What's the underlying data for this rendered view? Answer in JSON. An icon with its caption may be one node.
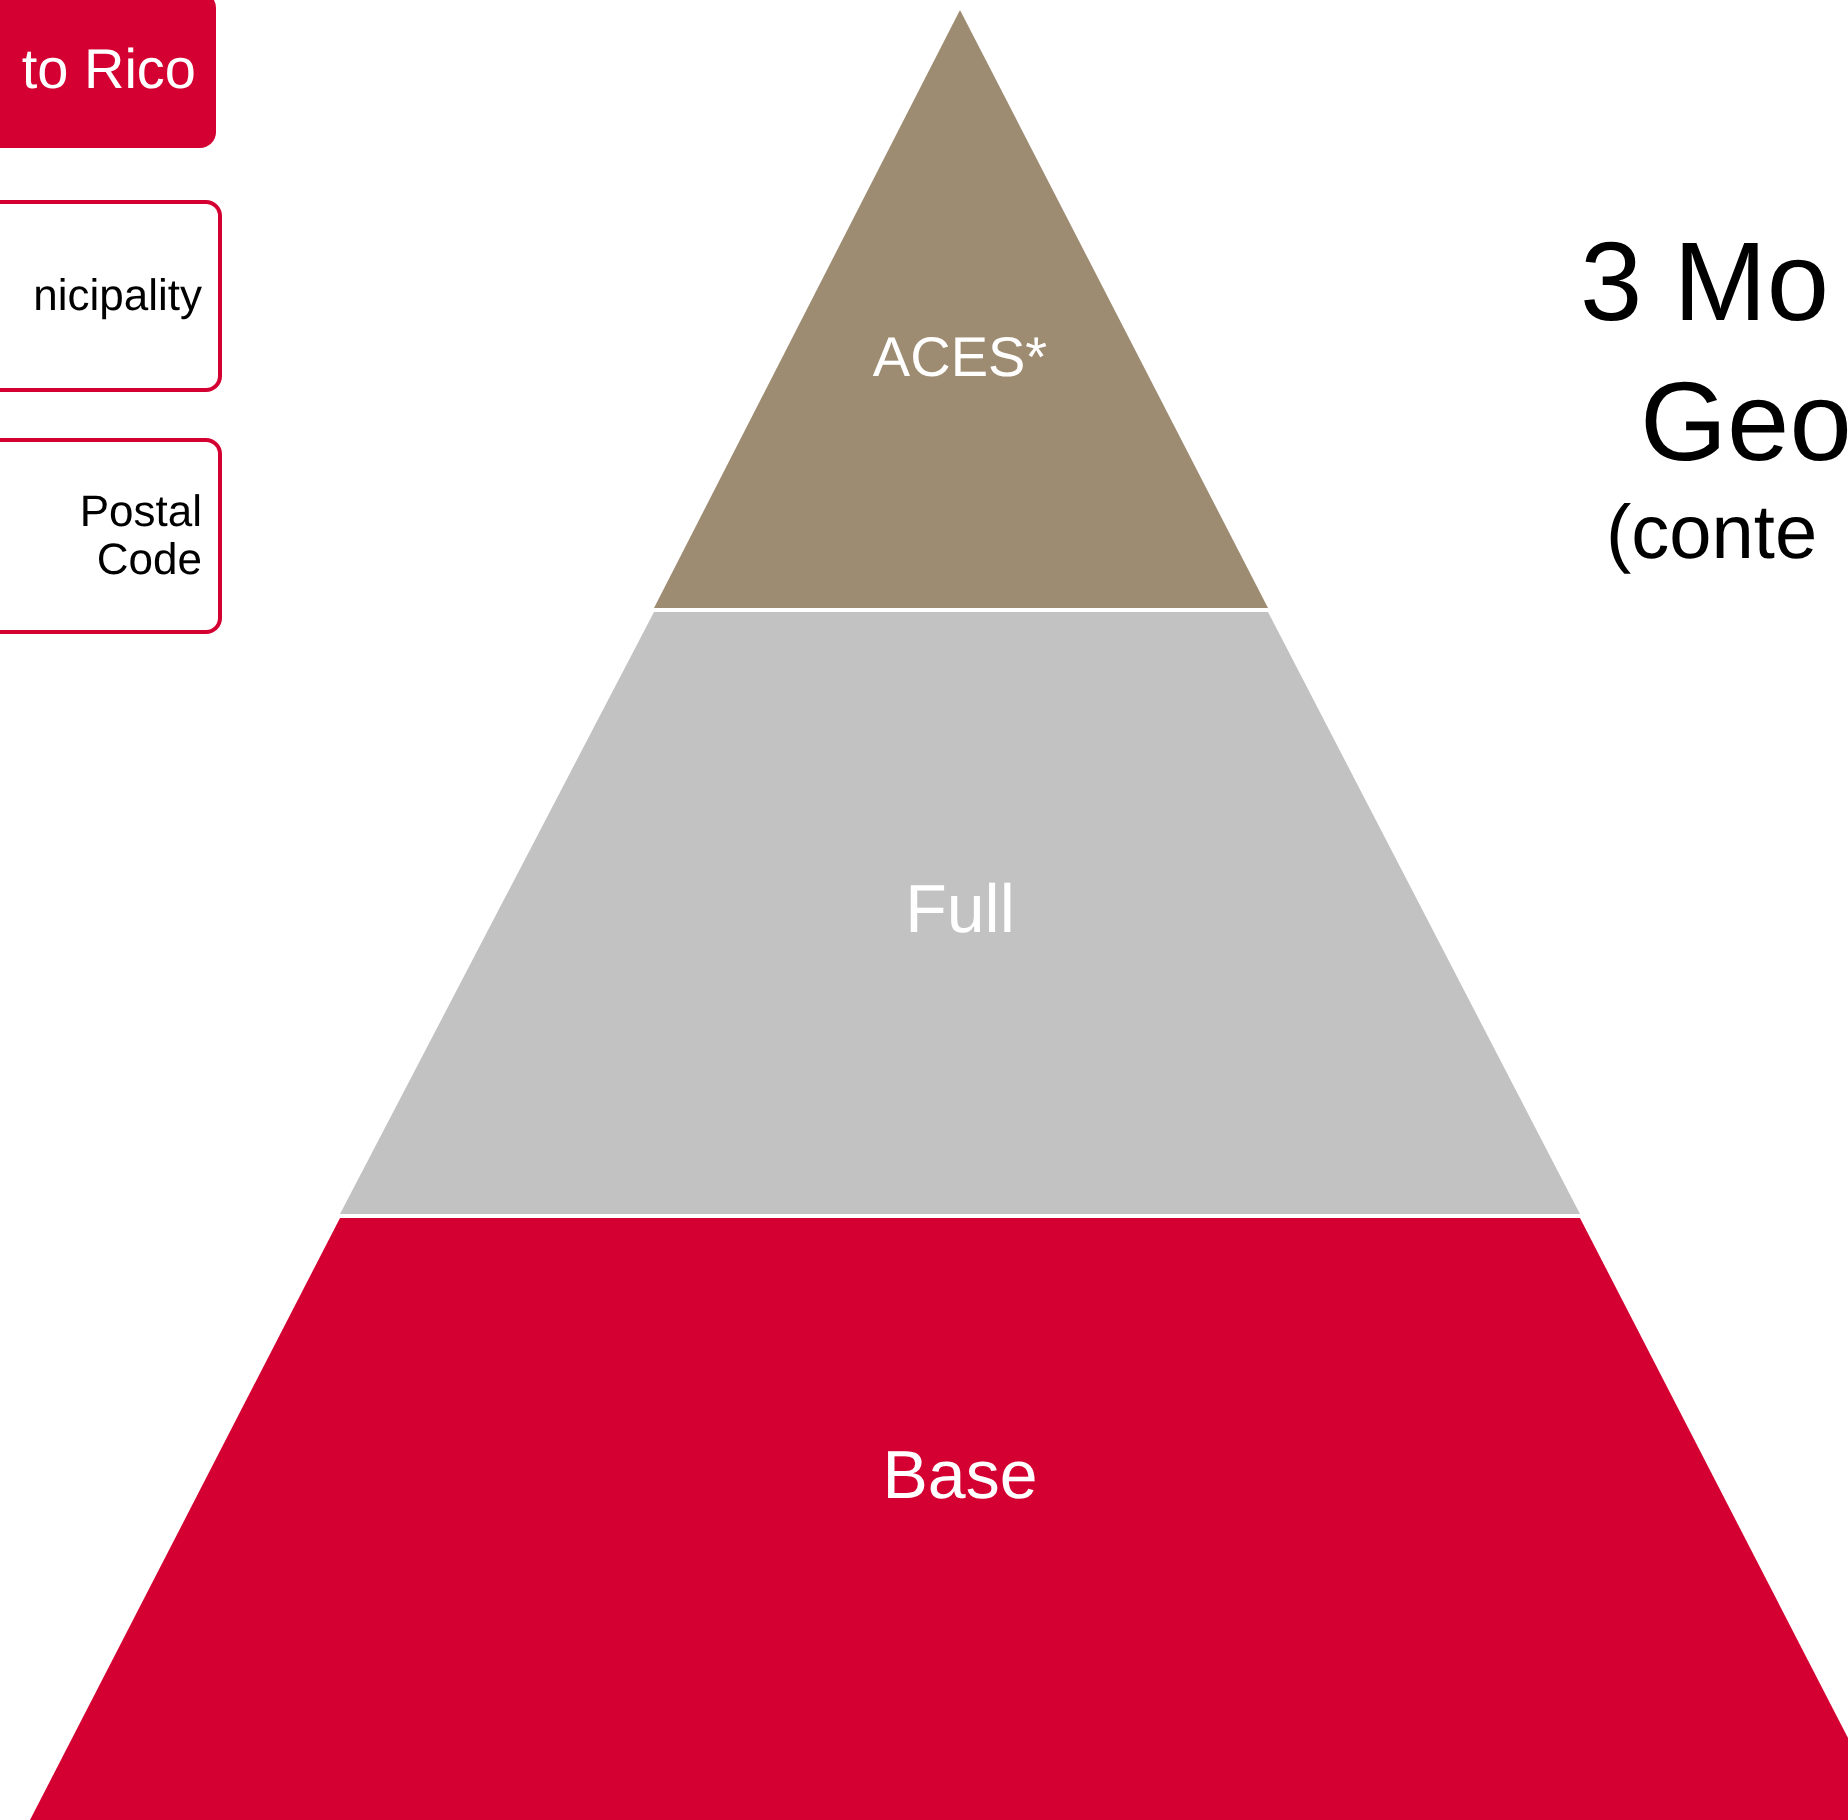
{
  "diagram": {
    "nodes": [
      {
        "text": [
          "to Rico"
        ]
      },
      {
        "text": [
          "nicipality"
        ]
      },
      {
        "text": [
          "Postal Code"
        ]
      },
      {
        "text": [
          "ACES*"
        ]
      },
      {
        "text": [
          "Full"
        ]
      },
      {
        "text": [
          "Base"
        ]
      }
    ],
    "labels": [
      "3 Mo",
      "Geo",
      "(conte"
    ]
  }
}
